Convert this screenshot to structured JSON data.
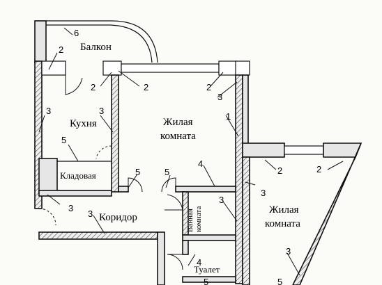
{
  "rooms": {
    "balcony": "Балкон",
    "kitchen": "Кухня",
    "living1_line1": "Жилая",
    "living1_line2": "комната",
    "living2_line1": "Жилая",
    "living2_line2": "комната",
    "pantry": "Кладовая",
    "corridor": "Коридор",
    "bathroom_line1": "Ванная",
    "bathroom_line2": "комната",
    "toilet": "Туалет"
  },
  "callouts": {
    "balcony_rail": "6",
    "balcony_window_left": "2",
    "kitchen_window": "2",
    "living_window": "2",
    "living_window_right": "2",
    "kitchen_left_wall": "3",
    "kitchen_partition": "3",
    "living_right_wall": "3",
    "living_partition": "1",
    "pantry_door": "5",
    "kitchen_door": "5",
    "living_door": "5",
    "bath_partition": "4",
    "bath_wall": "3",
    "corridor_wall_left": "3",
    "corridor_wall": "3",
    "living2_window_left": "2",
    "living2_window_right": "2",
    "living2_wall_left": "3",
    "living2_wall_right": "3",
    "toilet_partition": "4",
    "toilet_door": "5",
    "bottom_right": "5"
  }
}
